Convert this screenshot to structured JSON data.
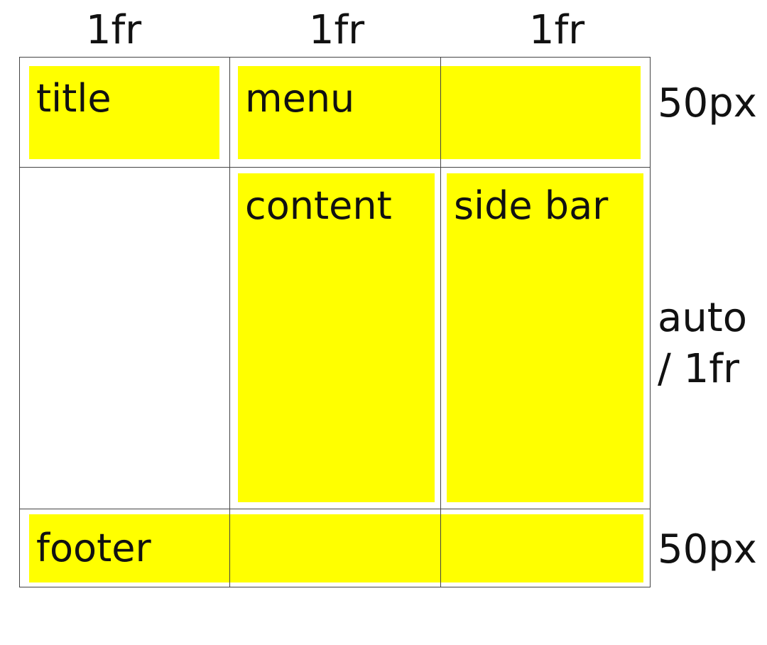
{
  "columns": [
    "1fr",
    "1fr",
    "1fr"
  ],
  "rows": [
    "50px",
    "auto\n/ 1fr",
    "50px"
  ],
  "areas": {
    "title": "title",
    "menu": "menu",
    "content": "content",
    "sidebar": "side bar",
    "footer": "footer"
  },
  "colors": {
    "area_fill": "#ffff00",
    "grid_line": "#444444",
    "text": "#111111",
    "background": "#ffffff"
  }
}
